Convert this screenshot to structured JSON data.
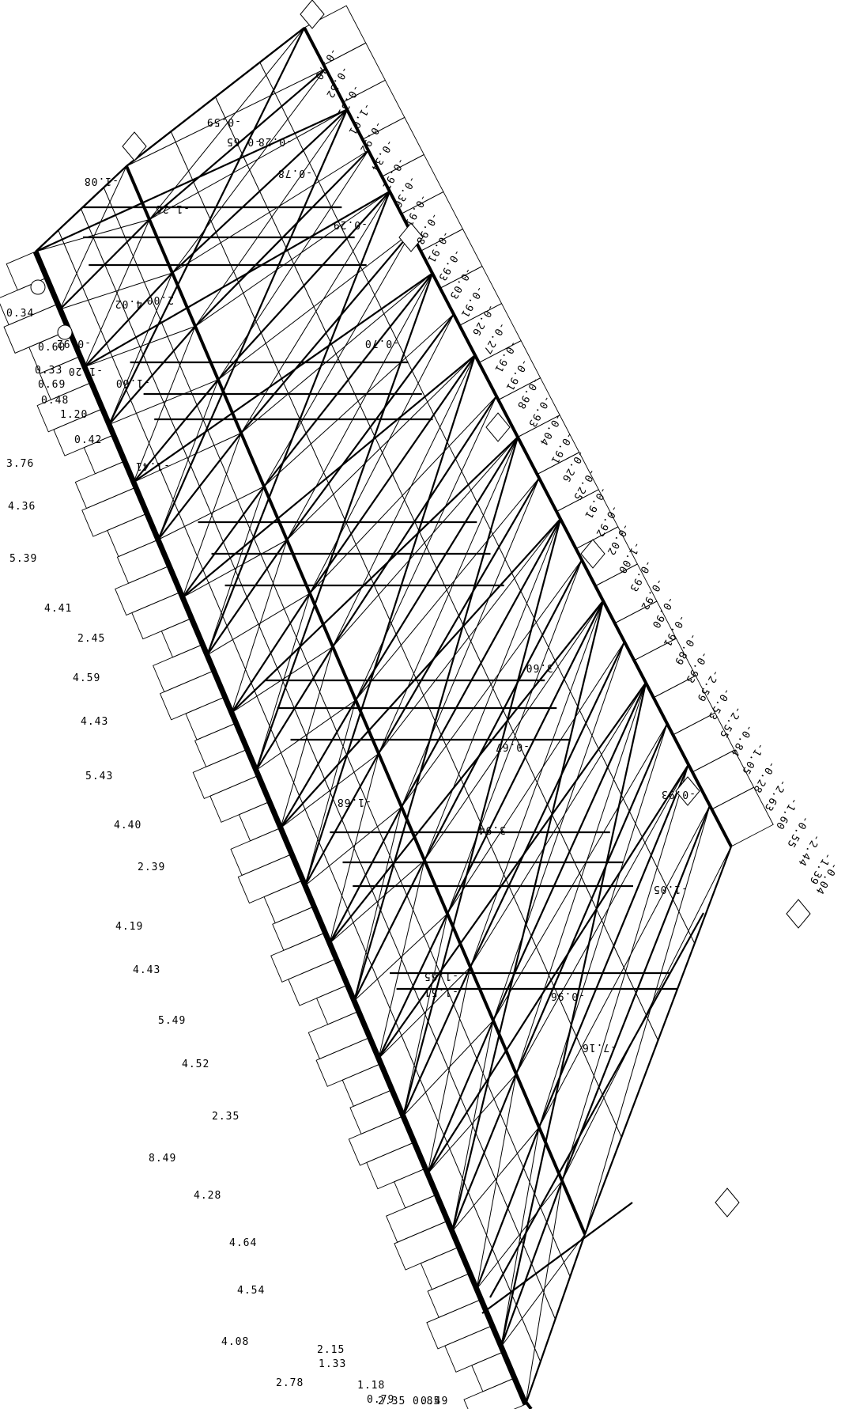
{
  "diagram": {
    "type": "structural-frame-force-diagram",
    "colors": {
      "ink": "#000000",
      "paper": "#ffffff"
    },
    "icons": [
      "support-diamond-icon",
      "node-circle-icon"
    ],
    "left_labels": [
      "0.34",
      "0.60",
      "0.33",
      "0.69",
      "0.48",
      "1.20",
      "0.42",
      "3.76",
      "4.36",
      "5.39",
      "4.41",
      "2.45",
      "4.59",
      "4.43",
      "5.43",
      "4.40",
      "2.39",
      "4.19",
      "4.43",
      "5.49",
      "4.52",
      "2.35",
      "8.49",
      "4.28",
      "4.64",
      "4.54",
      "4.08",
      "2.78",
      "2.15",
      "1.33",
      "1.18",
      "0.79",
      "2.35",
      "0.85",
      "0.49"
    ],
    "right_labels": [
      "-0.70",
      "-0.52",
      "-0.31",
      "-1.01",
      "-0.92",
      "-0.34",
      "-0.91",
      "-0.36",
      "-0.91",
      "-0.98",
      "-0.91",
      "-0.93",
      "-0.03",
      "-0.91",
      "-0.26",
      "-0.27",
      "-0.91",
      "-0.91",
      "-0.98",
      "-0.93",
      "-0.04",
      "-0.91",
      "-0.26",
      "-0.25",
      "-0.91",
      "-0.92",
      "-0.02",
      "-1.00",
      "-0.93",
      "-0.92",
      "-0.90",
      "-0.91",
      "-0.89",
      "-0.93",
      "-2.59",
      "-0.53",
      "-2.55",
      "-0.84",
      "-1.05",
      "-0.28",
      "-2.63",
      "-1.60",
      "-0.55",
      "-2.44",
      "-1.39",
      "-0.04"
    ],
    "inner_labels": [
      "-0.59",
      "-0.65",
      "-0.28",
      "-1.08",
      "-1.26",
      "4.02",
      "-0.92",
      "-1.20",
      "-1.60",
      "2.00",
      "-1.41",
      "-0.78",
      "-0.29",
      "-0.70",
      "-1.68",
      "-0.96",
      "-1.65",
      "-1.51",
      "-7.16",
      "3.94",
      "-0.67",
      "3.60",
      "-0.93",
      "-1.05"
    ]
  }
}
